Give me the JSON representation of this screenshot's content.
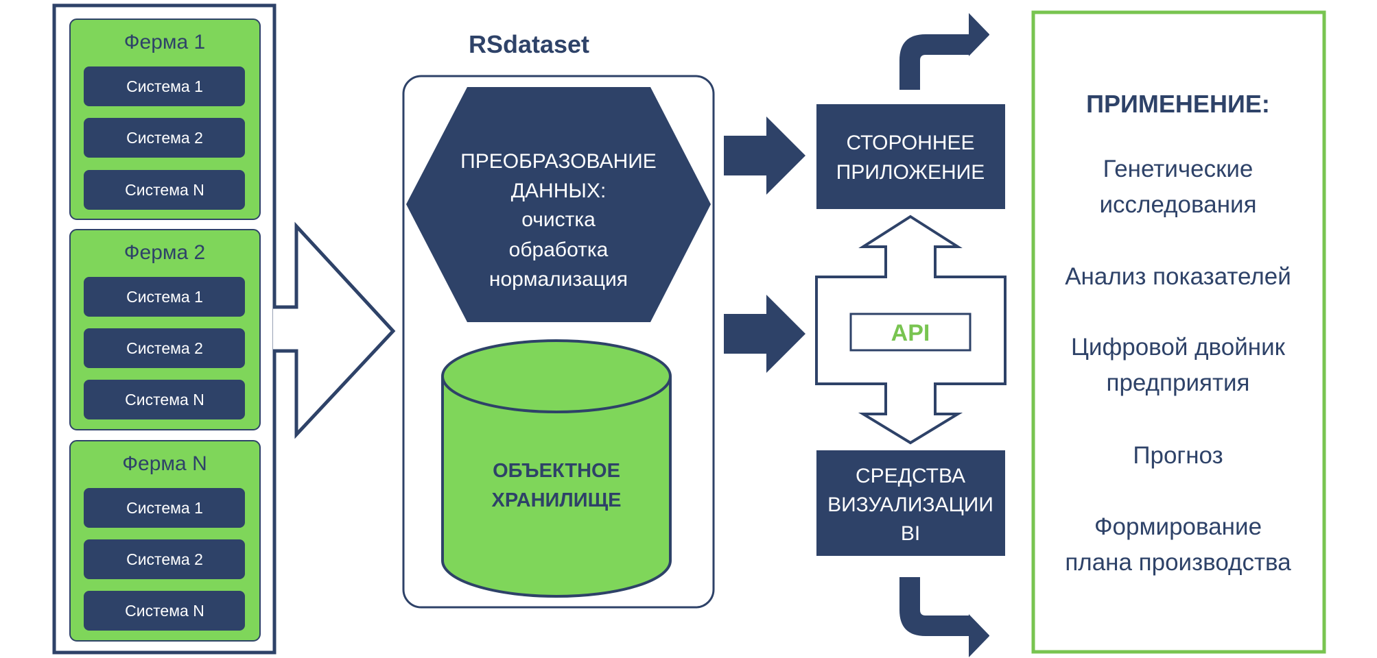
{
  "colors": {
    "navy": "#2e4268",
    "green": "#7fd65a",
    "green_border": "#78c450",
    "white": "#ffffff"
  },
  "farms": [
    {
      "label": "Ферма 1",
      "systems": [
        "Система 1",
        "Система 2",
        "Система N"
      ]
    },
    {
      "label": "Ферма 2",
      "systems": [
        "Система 1",
        "Система 2",
        "Система N"
      ]
    },
    {
      "label": "Ферма N",
      "systems": [
        "Система 1",
        "Система 2",
        "Система N"
      ]
    }
  ],
  "rsdataset": {
    "title": "RSdataset",
    "transform_lines": [
      "ПРЕОБРАЗОВАНИЕ",
      "ДАННЫХ:",
      "очистка",
      "обработка",
      "нормализация"
    ],
    "storage_lines": [
      "ОБЪЕКТНОЕ",
      "ХРАНИЛИЩЕ"
    ]
  },
  "third_party_app": {
    "lines": [
      "СТОРОННЕЕ",
      "ПРИЛОЖЕНИЕ"
    ]
  },
  "api": {
    "label": "API"
  },
  "bi_tools": {
    "lines": [
      "СРЕДСТВА",
      "ВИЗУАЛИЗАЦИИ",
      "BI"
    ]
  },
  "applications": {
    "heading": "ПРИМЕНЕНИЕ:",
    "items": [
      {
        "lines": [
          "Генетические",
          "исследования"
        ]
      },
      {
        "lines": [
          "Анализ показателей"
        ]
      },
      {
        "lines": [
          "Цифровой двойник",
          "предприятия"
        ]
      },
      {
        "lines": [
          "Прогноз"
        ]
      },
      {
        "lines": [
          "Формирование",
          "плана производства"
        ]
      }
    ]
  }
}
